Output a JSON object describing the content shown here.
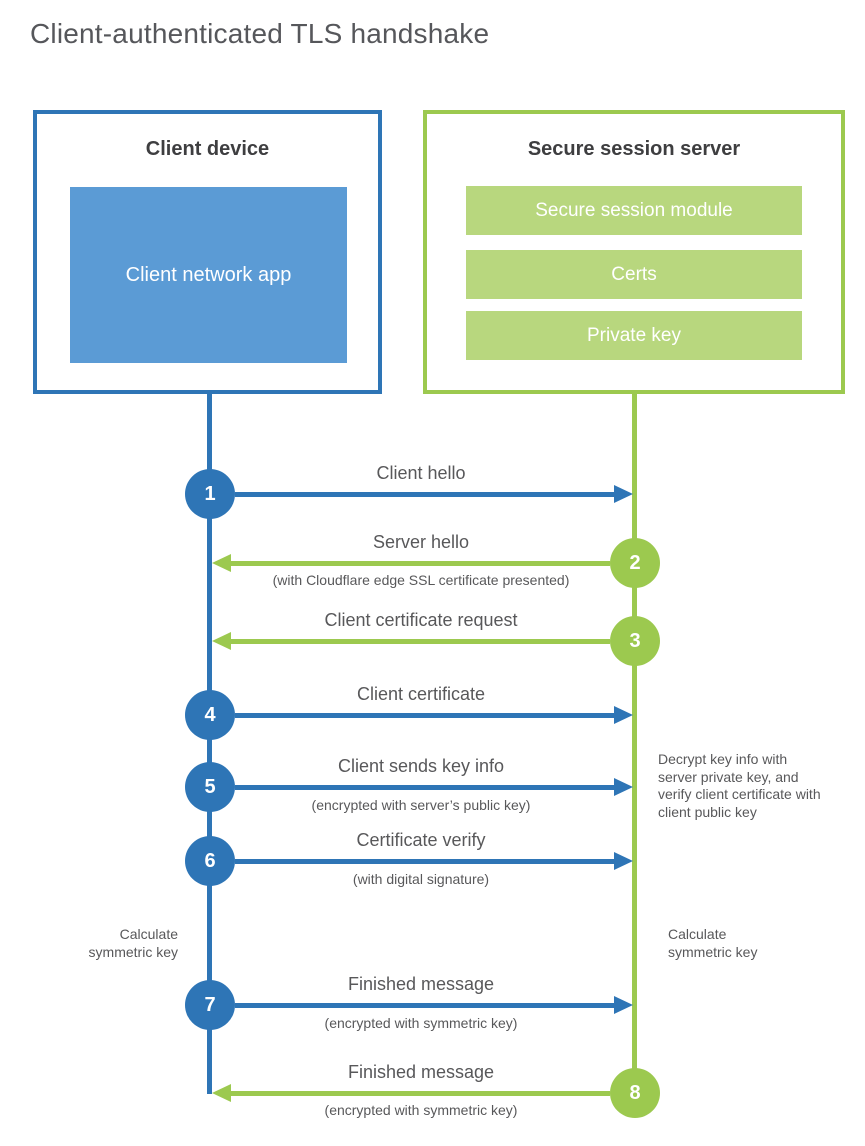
{
  "title": "Client-authenticated TLS handshake",
  "colors": {
    "blue": "#2e75b6",
    "blue_light": "#5b9bd5",
    "green": "#9cc94f",
    "green_light": "#b8d77e"
  },
  "client_box": {
    "title": "Client device",
    "app_label": "Client network app"
  },
  "server_box": {
    "title": "Secure session server",
    "modules": [
      "Secure session module",
      "Certs",
      "Private key"
    ]
  },
  "steps": [
    {
      "num": "1",
      "direction": "right",
      "from": "client",
      "label": "Client hello",
      "sublabel": ""
    },
    {
      "num": "2",
      "direction": "left",
      "from": "server",
      "label": "Server hello",
      "sublabel": "(with Cloudflare edge SSL certificate presented)"
    },
    {
      "num": "3",
      "direction": "left",
      "from": "server",
      "label": "Client certificate request",
      "sublabel": ""
    },
    {
      "num": "4",
      "direction": "right",
      "from": "client",
      "label": "Client certificate",
      "sublabel": ""
    },
    {
      "num": "5",
      "direction": "right",
      "from": "client",
      "label": "Client sends key info",
      "sublabel": "(encrypted with server’s public key)"
    },
    {
      "num": "6",
      "direction": "right",
      "from": "client",
      "label": "Certificate verify",
      "sublabel": "(with digital signature)"
    },
    {
      "num": "7",
      "direction": "right",
      "from": "client",
      "label": "Finished message",
      "sublabel": "(encrypted with symmetric key)"
    },
    {
      "num": "8",
      "direction": "left",
      "from": "server",
      "label": "Finished message",
      "sublabel": "(encrypted with symmetric key)"
    }
  ],
  "annotations": {
    "decrypt_note": "Decrypt key info with server private key, and verify client certificate with client public key",
    "calc_left": "Calculate symmetric key",
    "calc_right": "Calculate symmetric key"
  }
}
